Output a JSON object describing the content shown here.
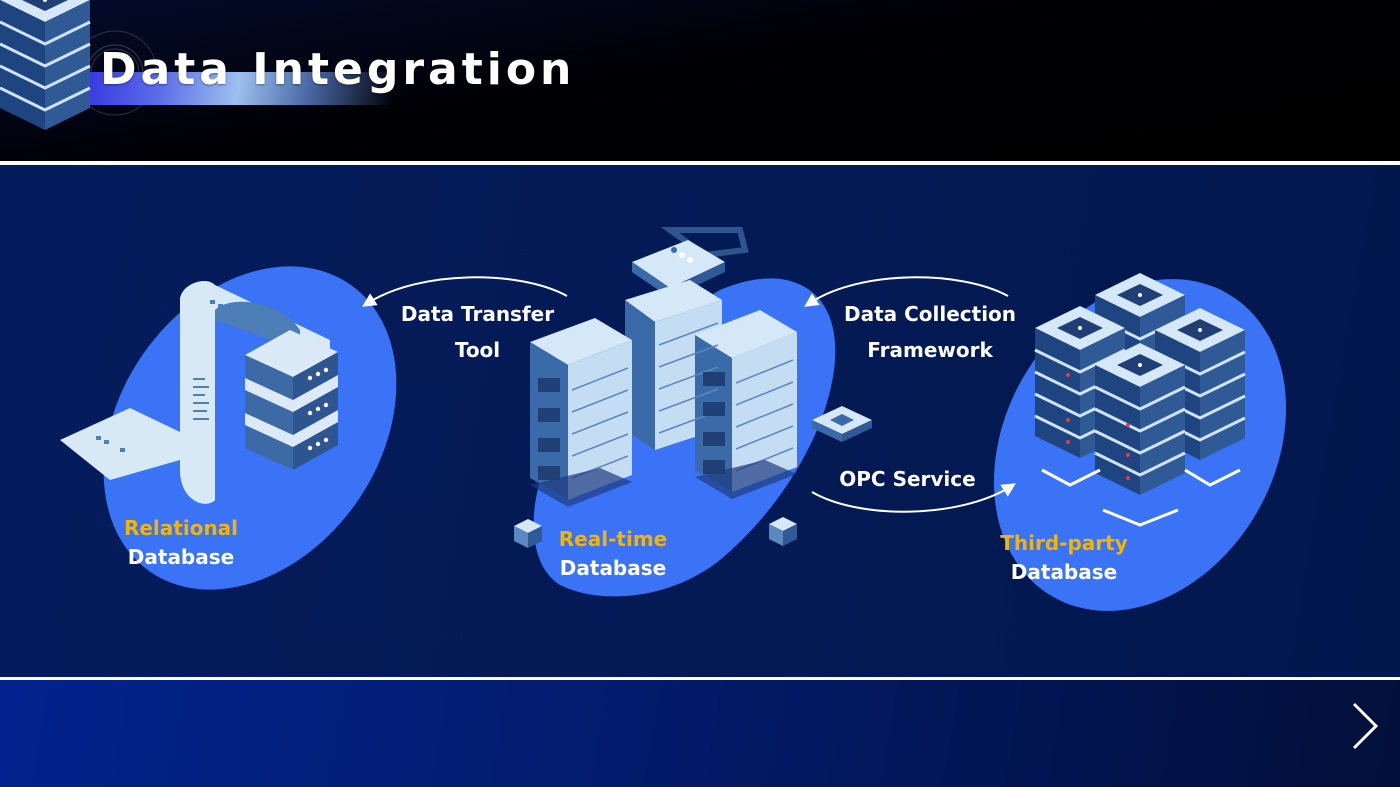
{
  "header": {
    "title": "Data Integration"
  },
  "nodes": {
    "relational": {
      "line1": "Relational",
      "line2": "Database"
    },
    "realtime": {
      "line1": "Real-time",
      "line2": "Database"
    },
    "thirdparty": {
      "line1": "Third-party",
      "line2": "Database"
    }
  },
  "connections": {
    "transfer": {
      "line1": "Data Transfer",
      "line2": "Tool"
    },
    "collection": {
      "line1": "Data Collection",
      "line2": "Framework"
    },
    "opc": {
      "line1": "OPC Service"
    }
  },
  "navigation": {
    "next_icon": "chevron-right-icon"
  },
  "colors": {
    "accent_blob": "#3a73f5",
    "highlight_text": "#f5b400",
    "panel_bg": "#031a55",
    "server_light": "#cfe4f7",
    "server_dark": "#3b6aa8"
  }
}
